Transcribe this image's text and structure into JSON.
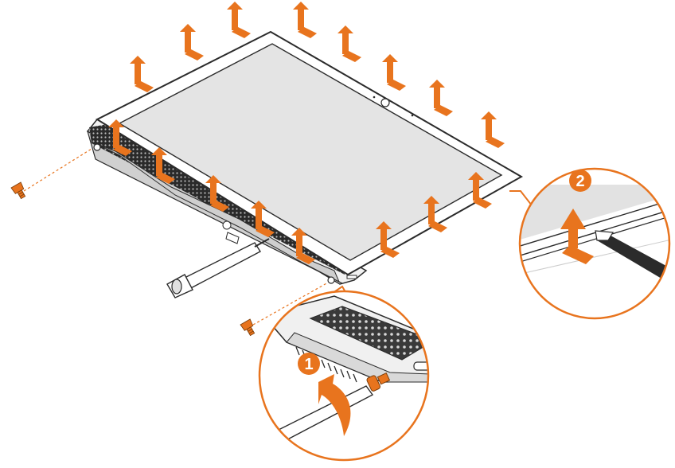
{
  "diagram": {
    "type": "service-procedure-illustration",
    "accent_color": "#E8741E",
    "outline_color": "#2b2b2b",
    "panel_fill": "#e6e6e6",
    "icons": [
      "screw-icon",
      "screwdriver-icon",
      "lift-arrow-icon",
      "rotate-arrow-icon",
      "pry-tool-icon"
    ],
    "steps": [
      {
        "number": "1",
        "action": "remove-screws"
      },
      {
        "number": "2",
        "action": "pry-and-lift-bezel"
      }
    ]
  }
}
